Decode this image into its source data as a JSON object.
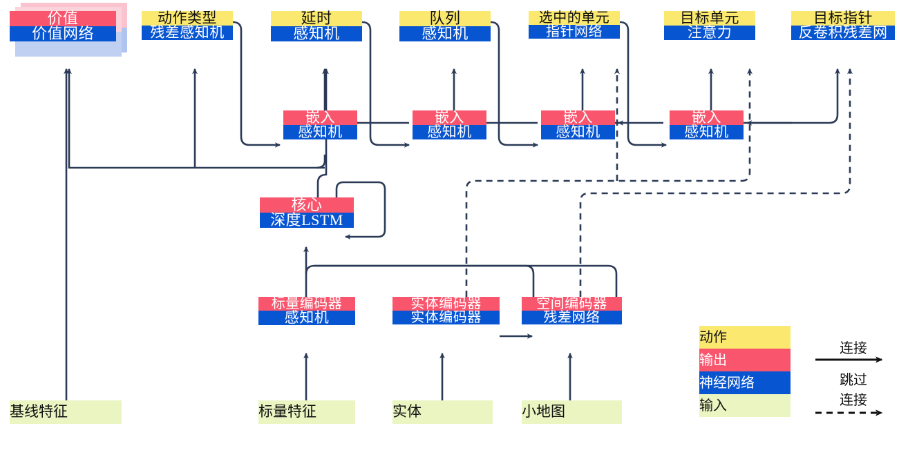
{
  "diagram": {
    "title": "AlphaStar-style agent architecture",
    "colors": {
      "action": "#FAE96E",
      "output": "#F9566E",
      "neural_network": "#0855D1",
      "input": "#EAF5C2",
      "edge": "#2B3A57",
      "background": "#FFFFFF"
    },
    "heads": [
      {
        "id": "value",
        "action": "价值",
        "network": "价值网络"
      },
      {
        "id": "action_type",
        "action": "动作类型",
        "network": "残差感知机"
      },
      {
        "id": "delay",
        "action": "延时",
        "network": "感知机"
      },
      {
        "id": "queue",
        "action": "队列",
        "network": "感知机"
      },
      {
        "id": "selected_units",
        "action": "选中的单元",
        "network": "指针网络"
      },
      {
        "id": "target_unit",
        "action": "目标单元",
        "network": "注意力"
      },
      {
        "id": "target_point",
        "action": "目标指针",
        "network": "反卷积残差网"
      }
    ],
    "embeddings": [
      {
        "id": "embed-1",
        "output": "嵌入",
        "network": "感知机"
      },
      {
        "id": "embed-2",
        "output": "嵌入",
        "network": "感知机"
      },
      {
        "id": "embed-3",
        "output": "嵌入",
        "network": "感知机"
      },
      {
        "id": "embed-4",
        "output": "嵌入",
        "network": "感知机"
      }
    ],
    "core": {
      "id": "core",
      "output": "核心",
      "network": "深度LSTM"
    },
    "encoders": [
      {
        "id": "scalar-encoder",
        "output": "标量编码器",
        "network": "感知机"
      },
      {
        "id": "entity-encoder",
        "output": "实体编码器",
        "network": "实体编码器"
      },
      {
        "id": "spatial-encoder",
        "output": "空间编码器",
        "network": "残差网络"
      }
    ],
    "inputs": [
      {
        "id": "baseline-features",
        "label": "基线特征"
      },
      {
        "id": "scalar-features",
        "label": "标量特征"
      },
      {
        "id": "entities",
        "label": "实体"
      },
      {
        "id": "minimap",
        "label": "小地图"
      }
    ],
    "legend": {
      "swatches": [
        {
          "id": "legend-action",
          "label": "动作",
          "color": "#FAE96E"
        },
        {
          "id": "legend-output",
          "label": "输出",
          "color": "#F9566E"
        },
        {
          "id": "legend-nn",
          "label": "神经网络",
          "color": "#0855D1"
        },
        {
          "id": "legend-input",
          "label": "输入",
          "color": "#EAF5C2"
        }
      ],
      "edge_types": [
        {
          "id": "legend-connection",
          "label": "连接",
          "style": "solid"
        },
        {
          "id": "legend-skip",
          "label_line1": "跳过",
          "label_line2": "连接",
          "style": "dashed"
        }
      ]
    }
  }
}
